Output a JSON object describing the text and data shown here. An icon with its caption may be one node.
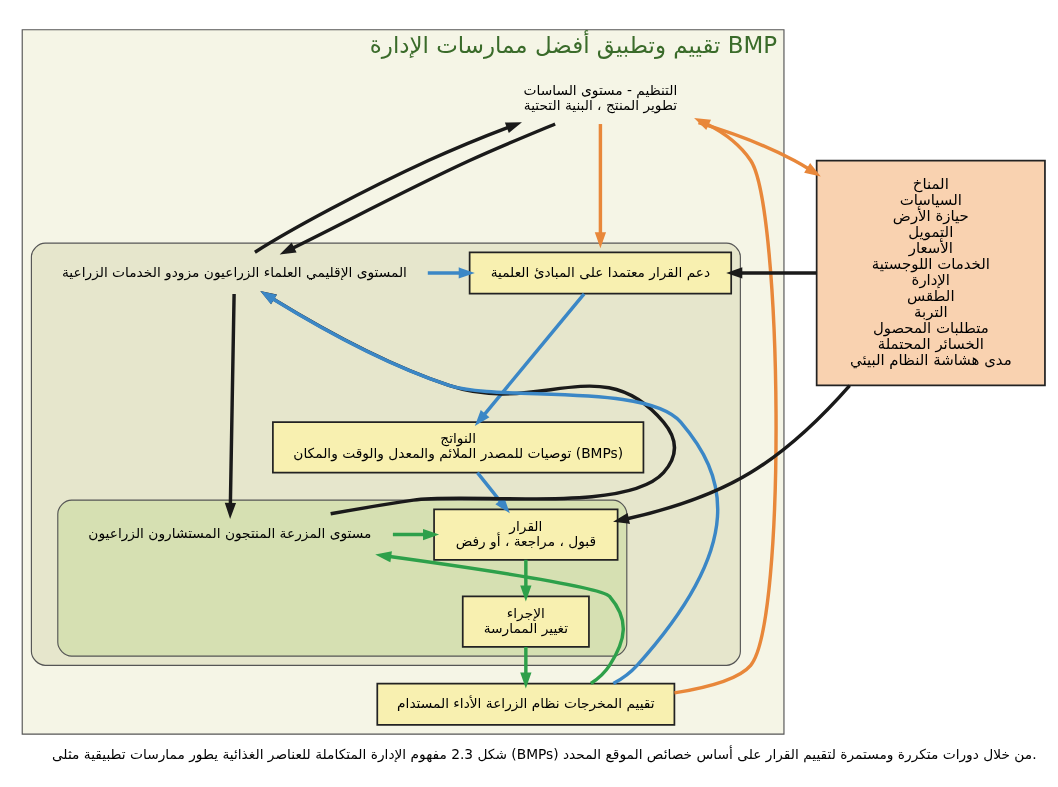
{
  "diagram": {
    "caption": "شكل 2.3 مفهوم الإدارة المتكاملة للعناصر الغذائية يطور ممارسات تطبيقية مثلى (BMPs) من خلال دورات متكررة ومستمرة لتقييم القرار على أساس خصائص الموقع المحدد.",
    "nodes": [
      {
        "text": [
          "تقييم وتطبيق أفضل ممارسات الإدارة BMP"
        ]
      },
      {
        "text": [
          "التنظيم - مستوى الساسات",
          "تطوير المنتج ، البنية التحتية"
        ],
        "in": 0
      },
      {
        "text": [],
        "shape": "box",
        "in": 0
      },
      {
        "text": [
          "المستوى الإقليمي العلماء الزراعيون مزودو الخدمات الزراعية"
        ],
        "in": 2
      },
      {
        "text": [
          "دعم القرار معتمدا على المبادئ العلمية"
        ],
        "in": 2
      },
      {
        "text": [
          "النواتج",
          "توصيات للمصدر الملائم والمعدل والوقت والمكان (BMPs)"
        ],
        "in": 2
      },
      {
        "text": [],
        "shape": "box",
        "in": 2
      },
      {
        "text": [
          "مستوى المزرعة المنتجون المستشارون الزراعيون"
        ],
        "in": 6
      },
      {
        "text": [
          "القرار",
          "قبول ، مراجعة ، أو رفض"
        ],
        "in": 6
      },
      {
        "text": [
          "الإجراء",
          "تغيير الممارسة"
        ],
        "in": 6
      },
      {
        "text": [
          "تقييم المخرجات نظام الزراعة الأداء المستدام"
        ],
        "in": 0
      },
      {
        "text": [
          "المناخ",
          "السياسات",
          "حيازة الأرض",
          "التمويل",
          "الأسعار",
          "الخدمات اللوجستية",
          "الإدارة",
          "الطقس",
          "التربة",
          "متطلبات المحصول",
          "الخسائر المحتملة",
          "مدى هشاشة النظام البيئي"
        ]
      }
    ],
    "edges": [
      {
        "from": 10,
        "to": 1,
        "arrow": "to",
        "color": "#e8873a"
      },
      {
        "from": 1,
        "to": 11,
        "arrow": "to",
        "color": "#e8873a"
      },
      {
        "from": 1,
        "to": 2,
        "arrow": "to",
        "color": "#e8873a"
      },
      {
        "from": 3,
        "to": 1,
        "arrow": "to"
      },
      {
        "from": 1,
        "to": 3,
        "arrow": "to"
      },
      {
        "from": 10,
        "to": 3,
        "arrow": "to",
        "color": "#3b87c6"
      },
      {
        "from": 3,
        "to": 4,
        "arrow": "to",
        "color": "#3b87c6"
      },
      {
        "from": 11,
        "to": 4,
        "arrow": "to"
      },
      {
        "from": 4,
        "to": 5,
        "arrow": "to",
        "color": "#3b87c6"
      },
      {
        "from": 7,
        "to": 3,
        "arrow": "to"
      },
      {
        "from": 3,
        "to": 7,
        "arrow": "to"
      },
      {
        "from": 5,
        "to": 8,
        "arrow": "to",
        "color": "#3b87c6"
      },
      {
        "from": 7,
        "to": 8,
        "arrow": "to",
        "color": "#2ea04a"
      },
      {
        "from": 11,
        "to": 8,
        "arrow": "to"
      },
      {
        "from": 8,
        "to": 9,
        "arrow": "to",
        "color": "#2ea04a"
      },
      {
        "from": 9,
        "to": 10,
        "arrow": "to",
        "color": "#2ea04a"
      },
      {
        "from": 10,
        "to": 7,
        "arrow": "to",
        "color": "#2ea04a"
      }
    ]
  }
}
